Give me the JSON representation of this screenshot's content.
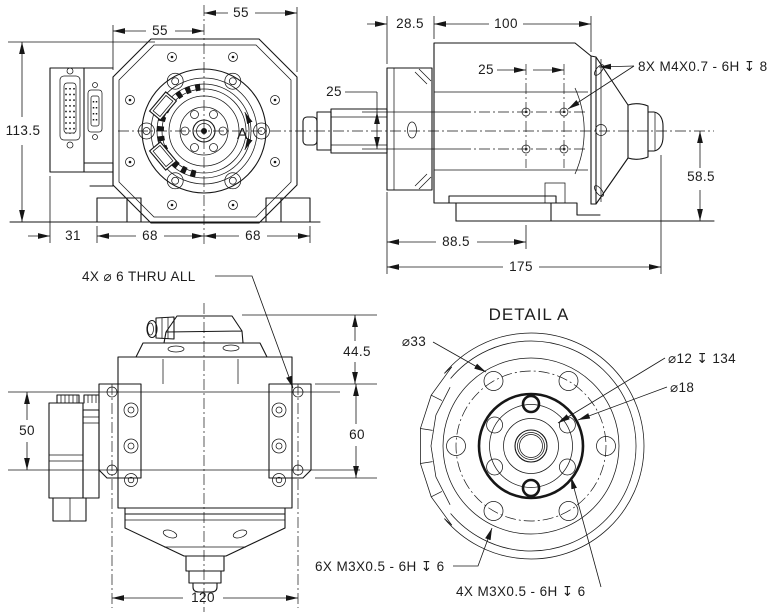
{
  "drawing": {
    "kind": "CAD multi-view part drawing",
    "background": "#ffffff",
    "line_color": "#161616"
  },
  "front_view": {
    "dim_top_left": "55",
    "dim_top_right": "55",
    "dim_height": "113.5",
    "dim_foot_offset": "31",
    "dim_left_span": "68",
    "dim_right_span": "68",
    "hole_note": "4X ⌀ 6 THRU ALL",
    "detail_callout": "A"
  },
  "side_view": {
    "dim_nose": "28.5",
    "dim_body": "100",
    "dim_hole_h": "25",
    "dim_hole_v": "25",
    "thread_note": "8X M4X0.7 - 6H ↧ 8",
    "dim_axis_height": "58.5",
    "dim_mount": "88.5",
    "dim_total": "175"
  },
  "top_view": {
    "dim_gland_height": "44.5",
    "dim_hole_spacing_v": "50",
    "dim_plate_height": "60",
    "dim_hole_spacing_h": "120"
  },
  "detail_view": {
    "title": "DETAIL A",
    "dia_33": "⌀33",
    "dia_12": "⌀12 ↧ 134",
    "dia_18": "⌀18",
    "thread_6x": "6X M3X0.5 - 6H ↧ 6",
    "thread_4x": "4X M3X0.5 - 6H ↧ 6"
  }
}
